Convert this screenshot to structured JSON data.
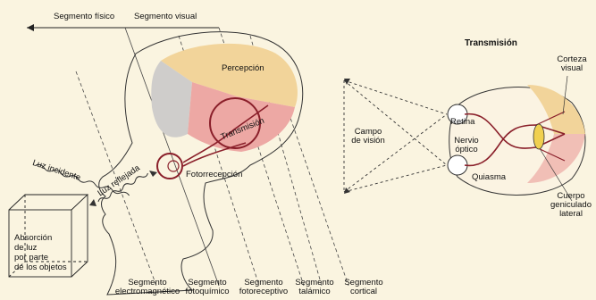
{
  "top": {
    "physical": "Segmento físico",
    "visual": "Segmento visual"
  },
  "head": {
    "perception": "Percepción",
    "transmission": "Transmisión",
    "photoreception": "Fotorrecepción",
    "incident_light": "Luz incidente",
    "reflected_light": "Luz reflejada"
  },
  "object": {
    "absorption": [
      "Absorción",
      "de luz",
      "por parte",
      "de los objetos"
    ]
  },
  "bottom_segments": [
    [
      "Segmento",
      "electromagnético"
    ],
    [
      "Segmento",
      "fotoquímico"
    ],
    [
      "Segmento",
      "fotoreceptivo"
    ],
    [
      "Segmento",
      "talámico"
    ],
    [
      "Segmento",
      "cortical"
    ]
  ],
  "right": {
    "title": "Transmisión",
    "field": [
      "Campo",
      "de visión"
    ],
    "retina": "Retina",
    "optic_nerve": [
      "Nervio",
      "óptico"
    ],
    "chiasm": "Quiasma",
    "visual_cortex": [
      "Corteza",
      "visual"
    ],
    "lgn": [
      "Cuerpo",
      "geniculado",
      "lateral"
    ]
  },
  "colors": {
    "background": "#faf4e0",
    "perception": "#f2d49a",
    "transmission": "#eda8a4",
    "gray_region": "#cfcdcb",
    "pathway": "#8a1f2a",
    "lgn": "#f0d050"
  }
}
